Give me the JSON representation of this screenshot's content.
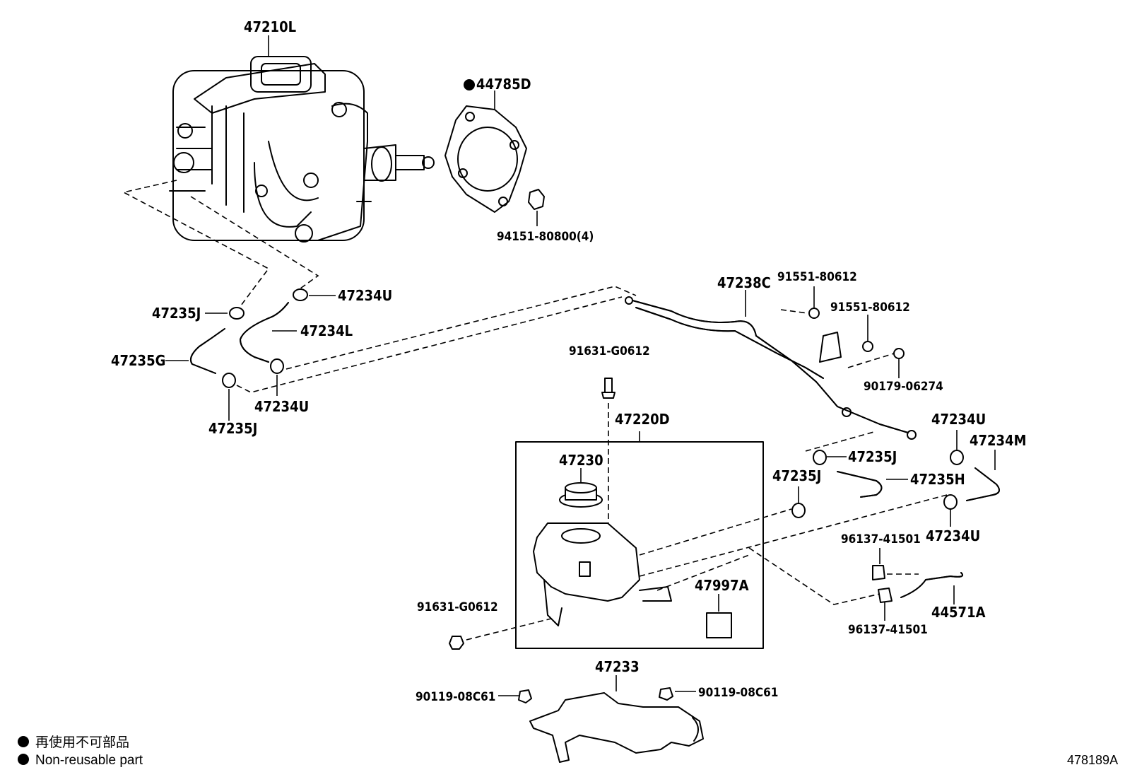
{
  "labels": {
    "p47210L": "47210L",
    "p44785D": "44785D",
    "p94151": "94151-80800(4)",
    "p47234U_a": "47234U",
    "p47235J_a": "47235J",
    "p47234L": "47234L",
    "p47235G": "47235G",
    "p47234U_b": "47234U",
    "p47235J_b": "47235J",
    "p47238C": "47238C",
    "p91551_a": "91551-80612",
    "p91551_b": "91551-80612",
    "p90179": "90179-06274",
    "p91631_top": "91631-G0612",
    "p47220D": "47220D",
    "p47230": "47230",
    "p47997A": "47997A",
    "p91631_bot": "91631-G0612",
    "p47234U_c": "47234U",
    "p47234M": "47234M",
    "p47235J_c": "47235J",
    "p47235J_d": "47235J",
    "p47235H": "47235H",
    "p47234U_d": "47234U",
    "p96137_a": "96137-41501",
    "p96137_b": "96137-41501",
    "p44571A": "44571A",
    "p47233": "47233",
    "p90119_l": "90119-08C61",
    "p90119_r": "90119-08C61"
  },
  "legend": {
    "japanese": "再使用不可部品",
    "english": "Non-reusable part"
  },
  "reference": "478189A"
}
